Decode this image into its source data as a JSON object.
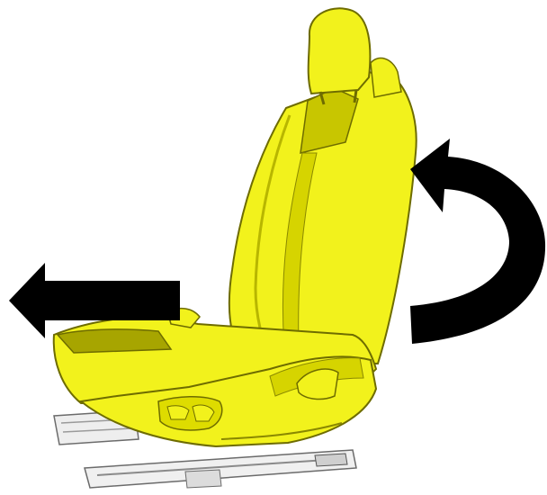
{
  "colors": {
    "background": "#ffffff",
    "seat_fill": "#f2f21c",
    "seat_shade": "#c9c800",
    "seat_dark": "#8f8c00",
    "outline": "#5c5a00",
    "arrow": "#000000",
    "rail": "#e6e6e6",
    "rail_dark": "#7a7a7a"
  },
  "parts": {
    "seat": "car-seat-illustration",
    "headrest": "headrest",
    "backrest": "backrest",
    "cushion": "seat-cushion",
    "side_panel": "side-trim-panel",
    "rails": "seat-track-rails"
  },
  "arrows": {
    "left": "left-arrow-icon",
    "recline": "curved-arrow-icon"
  }
}
